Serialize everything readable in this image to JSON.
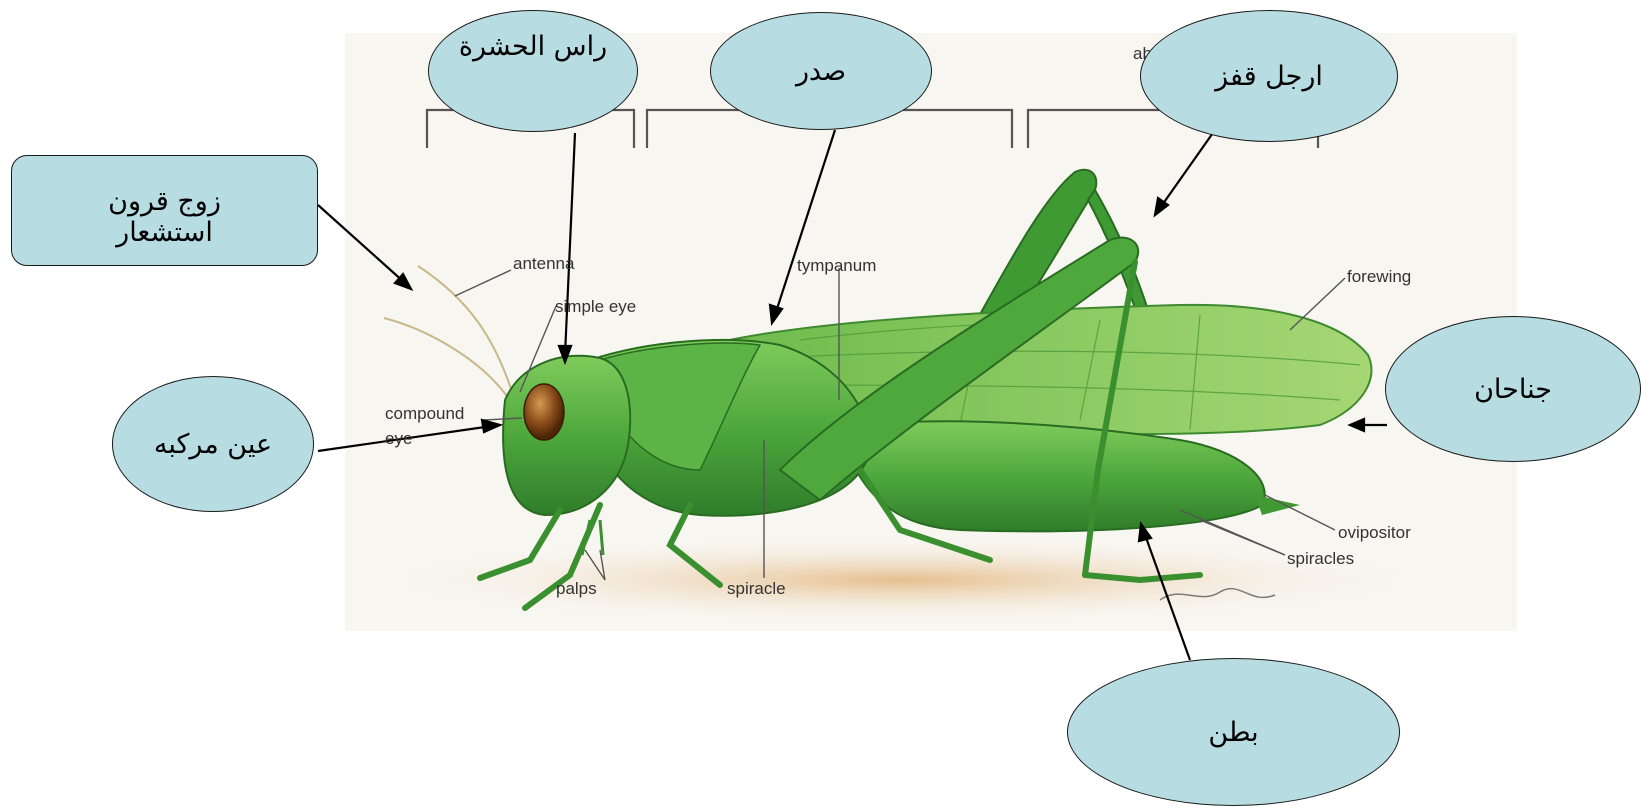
{
  "diagram": {
    "colors": {
      "callout_fill": "#b7dde2",
      "callout_border": "#1a1a1a",
      "body_green": "#5cb447",
      "dark_green": "#2f7d2b",
      "wing_green": "#8bc75e",
      "eye_brown": "#8a4d1a",
      "ground": "#e9c9a2",
      "arrow": "#000000",
      "bracket": "#555555"
    },
    "callouts": {
      "head": "راس الحشرة",
      "thorax": "صدر",
      "jump_legs": "ارجل قفز",
      "antennae_line1": "زوج قرون",
      "antennae_line2": "استشعار",
      "compound_eye": "عين مركبه",
      "wings": "جناحان",
      "abdomen": "بطن"
    },
    "english_labels": {
      "antenna": "antenna",
      "simple_eye": "simple eye",
      "compound_line1": "compound",
      "compound_line2": "eye",
      "tympanum": "tympanum",
      "forewing": "forewing",
      "ovipositor": "ovipositor",
      "spiracles": "spiracles",
      "palps": "palps",
      "spiracle": "spiracle",
      "top_partial": "ab"
    }
  }
}
